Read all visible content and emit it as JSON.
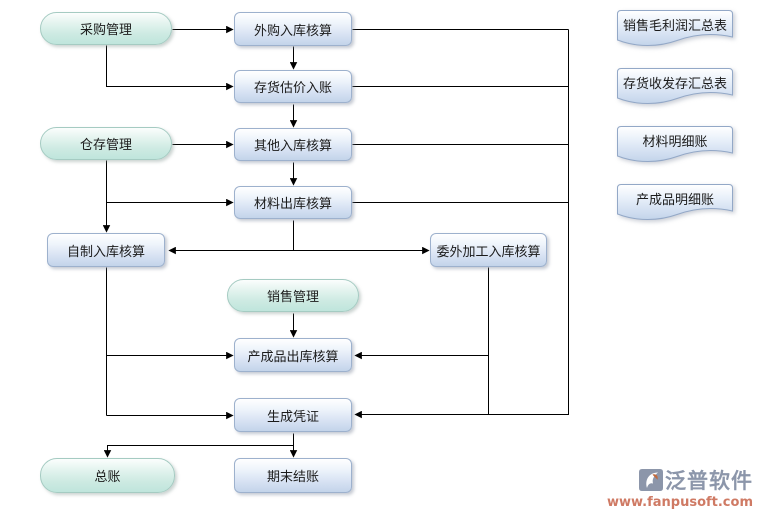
{
  "diagram": {
    "pills": [
      {
        "id": "purchase-mgmt",
        "label": "采购管理"
      },
      {
        "id": "warehouse-mgmt",
        "label": "仓存管理"
      },
      {
        "id": "sales-mgmt",
        "label": "销售管理"
      },
      {
        "id": "general-ledger",
        "label": "总账"
      }
    ],
    "processes": [
      {
        "id": "purchased-inbound",
        "label": "外购入库核算"
      },
      {
        "id": "inventory-estimate",
        "label": "存货估价入账"
      },
      {
        "id": "other-inbound",
        "label": "其他入库核算"
      },
      {
        "id": "material-outbound",
        "label": "材料出库核算"
      },
      {
        "id": "selfmade-inbound",
        "label": "自制入库核算"
      },
      {
        "id": "outsourced-inbound",
        "label": "委外加工入库核算"
      },
      {
        "id": "finished-outbound",
        "label": "产成品出库核算"
      },
      {
        "id": "generate-voucher",
        "label": "生成凭证"
      },
      {
        "id": "period-end-closing",
        "label": "期末结账"
      }
    ],
    "reports": [
      {
        "id": "sales-gross-profit-summary",
        "label": "销售毛利润汇总表"
      },
      {
        "id": "inventory-io-summary",
        "label": "存货收发存汇总表"
      },
      {
        "id": "material-ledger",
        "label": "材料明细账"
      },
      {
        "id": "finished-goods-ledger",
        "label": "产成品明细账"
      }
    ]
  },
  "watermark": {
    "brand": "泛普软件",
    "url": "www.fanpusoft.com"
  },
  "colors": {
    "process_fill_top": "#ffffff",
    "process_fill_bottom": "#c3d4ea",
    "process_border": "#9db1cd",
    "pill_fill_top": "#fbfefd",
    "pill_fill_bottom": "#bfe5dc",
    "pill_border": "#a5cbc2",
    "connector": "#000000",
    "brand_text": "#8c96aa",
    "url_text": "#cf7a64"
  }
}
